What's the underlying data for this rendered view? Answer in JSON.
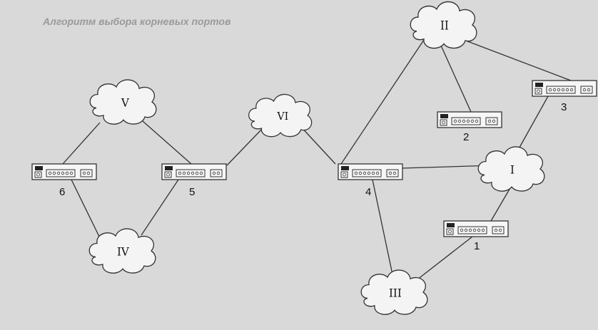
{
  "heading": "Алгоритм выбора корневых портов",
  "background_text": [
    "",
    "",
    "",
    "",
    "",
    "",
    "",
    "",
    "",
    "",
    "",
    "",
    "",
    "",
    "",
    ""
  ],
  "clouds": [
    {
      "id": "I",
      "label": "I"
    },
    {
      "id": "II",
      "label": "II"
    },
    {
      "id": "III",
      "label": "III"
    },
    {
      "id": "IV",
      "label": "IV"
    },
    {
      "id": "V",
      "label": "V"
    },
    {
      "id": "VI",
      "label": "VI"
    }
  ],
  "devices": [
    {
      "id": "1",
      "label": "1"
    },
    {
      "id": "2",
      "label": "2"
    },
    {
      "id": "3",
      "label": "3"
    },
    {
      "id": "4",
      "label": "4"
    },
    {
      "id": "5",
      "label": "5"
    },
    {
      "id": "6",
      "label": "6"
    }
  ],
  "links": [
    [
      "II",
      "2"
    ],
    [
      "II",
      "3"
    ],
    [
      "II",
      "4"
    ],
    [
      "I",
      "3"
    ],
    [
      "I",
      "4"
    ],
    [
      "I",
      "1"
    ],
    [
      "III",
      "1"
    ],
    [
      "III",
      "4"
    ],
    [
      "VI",
      "4"
    ],
    [
      "VI",
      "5"
    ],
    [
      "V",
      "5"
    ],
    [
      "V",
      "6"
    ],
    [
      "IV",
      "5"
    ],
    [
      "IV",
      "6"
    ]
  ],
  "colors": {
    "line": "#333333",
    "cloud_fill": "#f4f4f4",
    "device_fill": "#f6f6f6"
  }
}
